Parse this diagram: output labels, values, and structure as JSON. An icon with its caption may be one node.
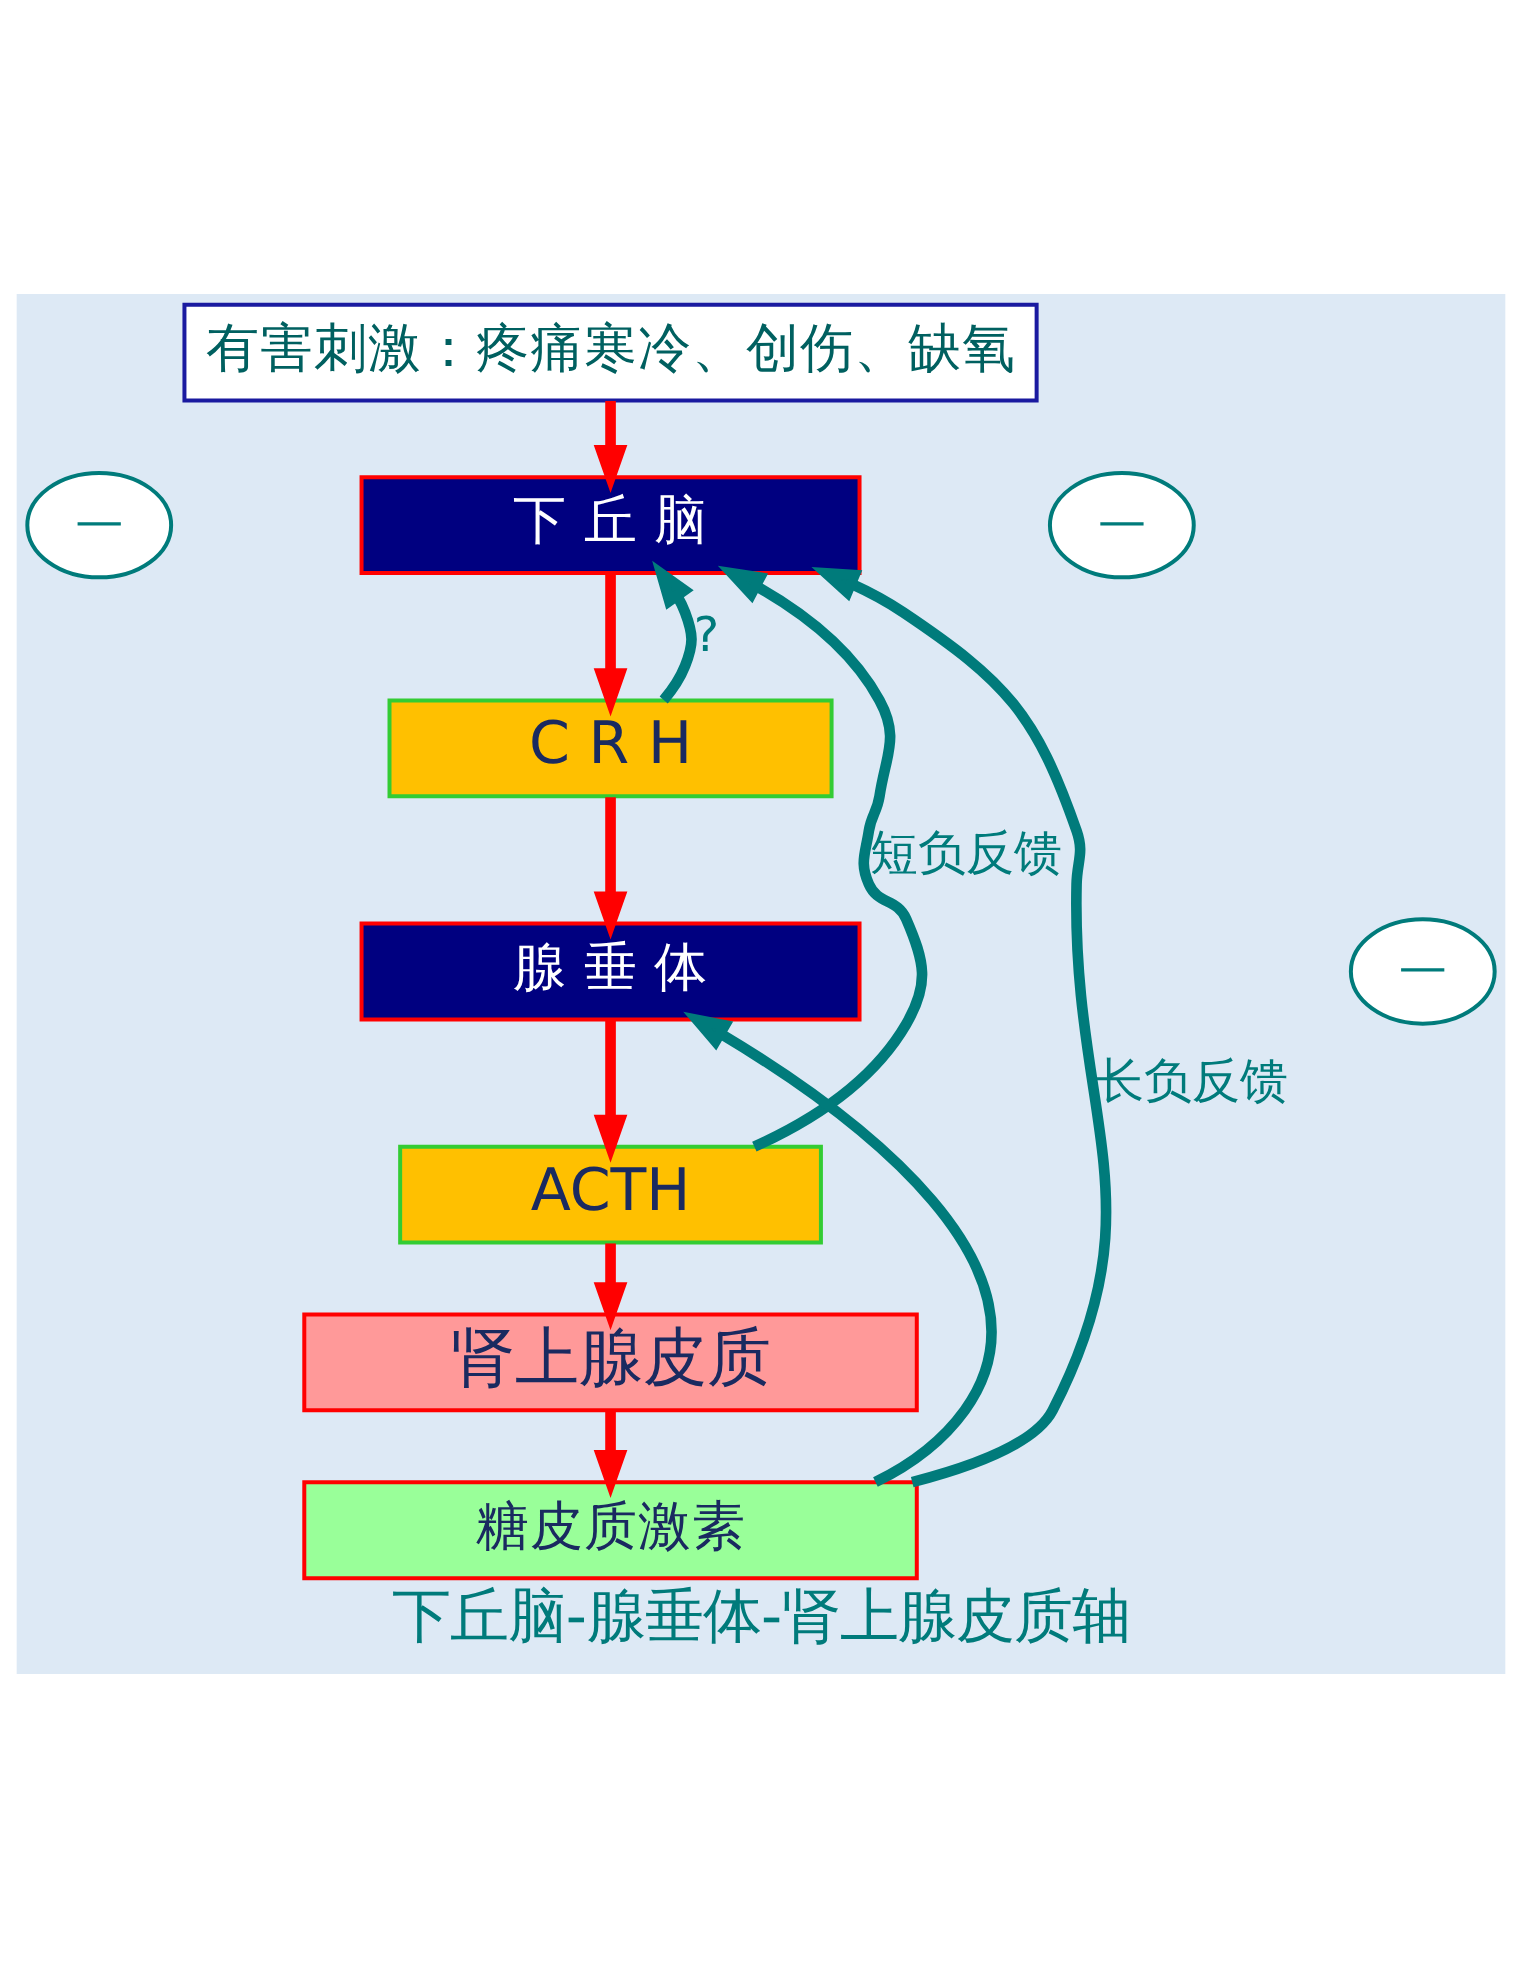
{
  "diagram": {
    "caption": "下丘脑-腺垂体-肾上腺皮质轴",
    "nodes": [
      {
        "text": [
          "有害刺激：疼痛寒冷、创伤、缺氧"
        ]
      },
      {
        "text": [
          "下 丘 脑"
        ]
      },
      {
        "text": [
          "C R H"
        ]
      },
      {
        "text": [
          "腺 垂 体"
        ]
      },
      {
        "text": [
          "ACTH"
        ]
      },
      {
        "text": [
          "肾上腺皮质"
        ]
      },
      {
        "text": [
          "糖皮质激素"
        ]
      },
      {
        "text": [
          "—"
        ]
      },
      {
        "text": [
          "—"
        ]
      },
      {
        "text": [
          "—"
        ]
      }
    ],
    "edges": [
      {
        "from": 0,
        "to": 1,
        "arrow": "to"
      },
      {
        "from": 1,
        "to": 2,
        "arrow": "to"
      },
      {
        "from": 2,
        "to": 3,
        "arrow": "to"
      },
      {
        "from": 3,
        "to": 4,
        "arrow": "to"
      },
      {
        "from": 4,
        "to": 5,
        "arrow": "to"
      },
      {
        "from": 5,
        "to": 6,
        "arrow": "to"
      },
      {
        "from": 2,
        "to": 1,
        "arrow": "to",
        "label": "?",
        "color": "#007b7b"
      },
      {
        "from": 4,
        "to": 1,
        "arrow": "to",
        "label": "短负反馈",
        "color": "#007b7b"
      },
      {
        "from": 6,
        "to": 1,
        "arrow": "to",
        "label": "长负反馈",
        "color": "#007b7b"
      },
      {
        "from": 6,
        "to": 3,
        "arrow": "to",
        "color": "#007b7b"
      }
    ]
  }
}
